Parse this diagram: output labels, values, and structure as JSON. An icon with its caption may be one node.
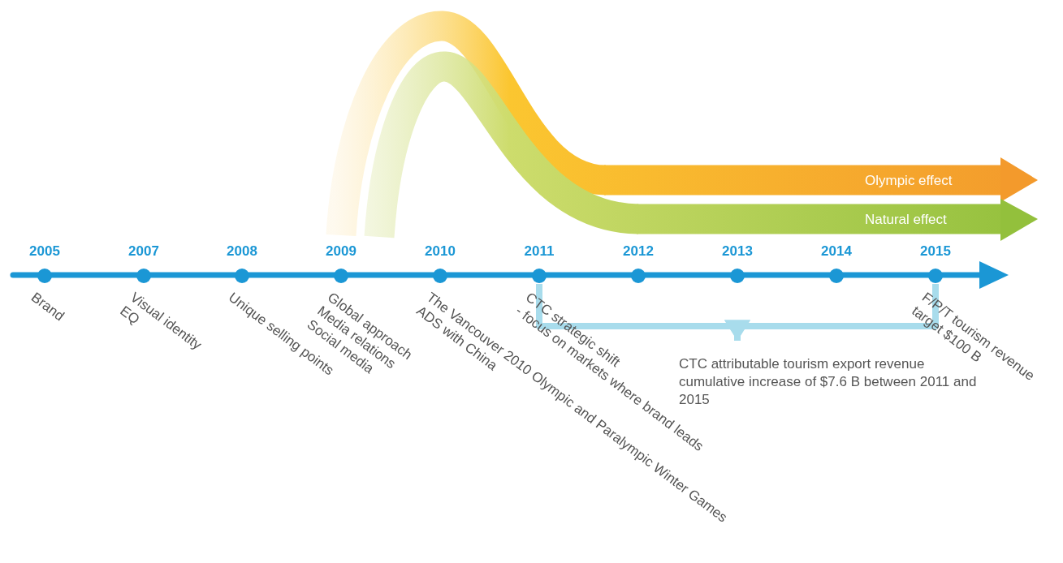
{
  "diagram": {
    "nodes": [
      {
        "text": [
          "Olympic effect"
        ]
      },
      {
        "text": [
          "Natural effect"
        ]
      },
      {
        "text": [
          "2005"
        ],
        "beside": [
          "Brand"
        ]
      },
      {
        "text": [
          "2007"
        ],
        "beside": [
          "Visual identity",
          "EQ"
        ]
      },
      {
        "text": [
          "2008"
        ],
        "beside": [
          "Unique selling points"
        ]
      },
      {
        "text": [
          "2009"
        ],
        "beside": [
          "Global approach",
          "Media relations",
          "Social media"
        ]
      },
      {
        "text": [
          "2010"
        ],
        "beside": [
          "The Vancouver 2010 Olympic and Paralympic Winter Games",
          "ADS with China"
        ]
      },
      {
        "text": [
          "2011"
        ],
        "beside": [
          "CTC strategic shift",
          "- focus on markets where brand leads"
        ]
      },
      {
        "text": [
          "2012"
        ]
      },
      {
        "text": [
          "2013"
        ]
      },
      {
        "text": [
          "2014"
        ]
      },
      {
        "text": [
          "2015"
        ],
        "beside": [
          "F/P/T tourism revenue",
          "target $100 B"
        ]
      },
      {
        "text": [
          "CTC attributable tourism export revenue cumulative increase of $7.6 B between 2011 and 2015"
        ]
      }
    ],
    "edges": [
      {
        "from": 7,
        "to": 12,
        "arrow": "to"
      },
      {
        "from": 11,
        "to": 12,
        "arrow": "to"
      }
    ]
  }
}
